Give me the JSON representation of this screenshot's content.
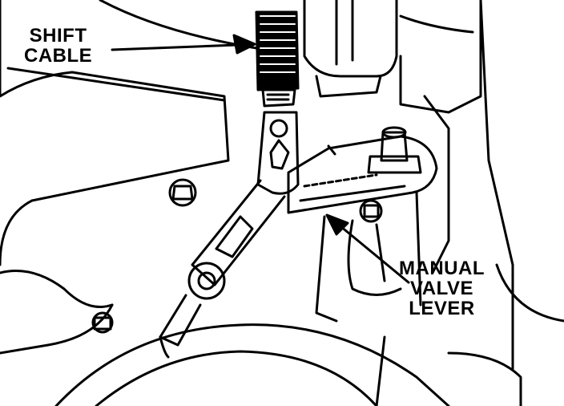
{
  "labels": {
    "shift_cable": [
      "SHIFT",
      "CABLE"
    ],
    "manual_valve_lever": [
      "MANUAL",
      "VALVE",
      "LEVER"
    ]
  },
  "colors": {
    "ink": "#000000",
    "paper": "#ffffff"
  }
}
